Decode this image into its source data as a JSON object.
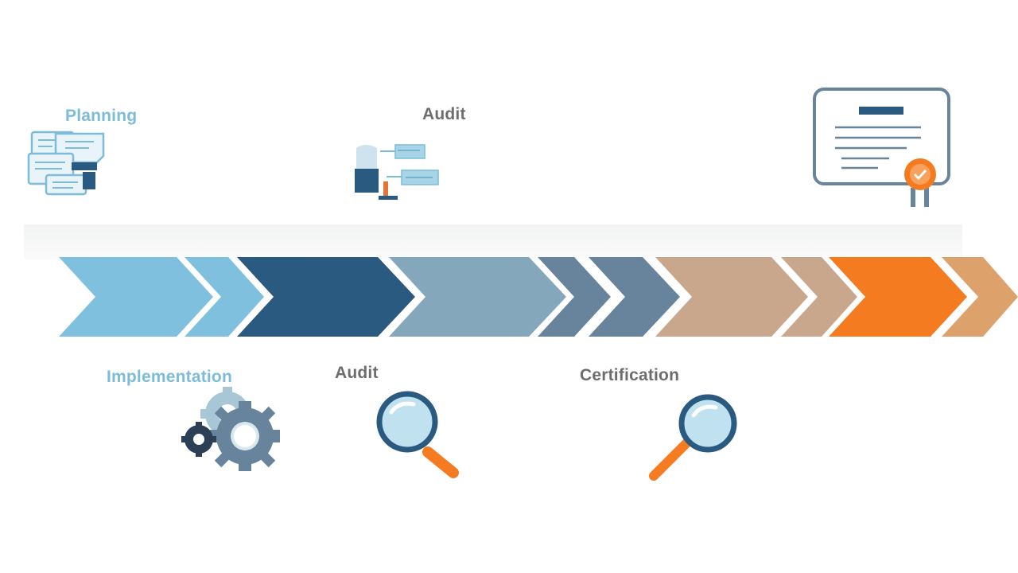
{
  "labels": {
    "planning": "Planning",
    "audit_top": "Audit",
    "implementation": "Implementation",
    "audit_bottom": "Audit",
    "certification": "Certification"
  },
  "colors": {
    "light_blue": "#7fc0de",
    "navy": "#2b5a80",
    "steel": "#85a7bc",
    "slate": "#68849d",
    "tan": "#c9a78c",
    "orange": "#f47b20",
    "light_orange": "#dda16c",
    "label_blue": "#7cbcd8",
    "label_gray": "#6d6d6d"
  },
  "icons": {
    "planning": "documents-icon",
    "audit_top": "auditor-desk-icon",
    "certificate": "certificate-icon",
    "implementation": "gears-icon",
    "audit_bottom": "magnifier-icon",
    "certification": "magnifier-icon"
  }
}
